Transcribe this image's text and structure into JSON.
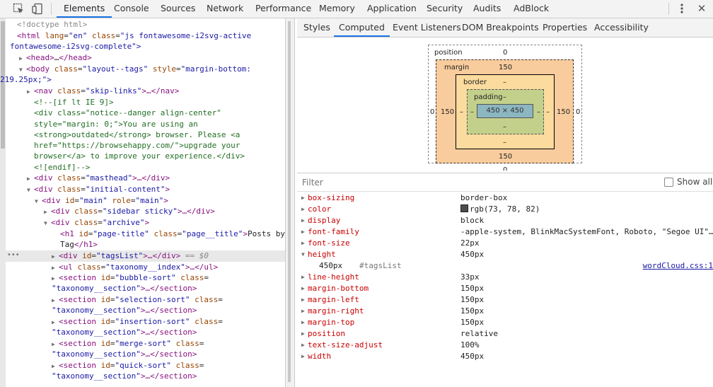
{
  "toolbar": {
    "tabs": [
      "Elements",
      "Console",
      "Sources",
      "Network",
      "Performance",
      "Memory",
      "Application",
      "Security",
      "Audits",
      "AdBlock"
    ],
    "active_tab": "Elements"
  },
  "dom": {
    "l0": "<!doctype html>",
    "l1a": "<html",
    "l1b": "lang",
    "l1c": "\"en\"",
    "l1d": "class",
    "l1e": "\"js fontawesome-i2svg-active",
    "l2": "fontawesome-i2svg-complete\">",
    "l3a": "<head>",
    "l3b": "…",
    "l3c": "</head>",
    "l4a": "<body",
    "l4b": "class",
    "l4c": "\"layout--tags\"",
    "l4d": "style",
    "l4e": "\"margin-bottom:",
    "l5": "219.25px;\">",
    "l6a": "<nav",
    "l6b": "class",
    "l6c": "\"skip-links\"",
    "l6d": ">…</nav>",
    "l7": "<!--[if lt IE 9]>",
    "l8": "<div class=\"notice--danger align-center\"",
    "l9": "style=\"margin: 0;\">You are using an",
    "l10": "<strong>outdated</strong> browser. Please <a",
    "l11": "href=\"https://browsehappy.com/\">upgrade your",
    "l12": "browser</a> to improve your experience.</div>",
    "l13": "<![endif]-->",
    "l14a": "<div",
    "l14b": "class",
    "l14c": "\"masthead\"",
    "l14d": ">…</div>",
    "l15a": "<div",
    "l15b": "class",
    "l15c": "\"initial-content\"",
    "l15d": ">",
    "l16a": "<div",
    "l16b": "id",
    "l16c": "\"main\"",
    "l16d": "role",
    "l16e": "\"main\"",
    "l16f": ">",
    "l17a": "<div",
    "l17b": "class",
    "l17c": "\"sidebar sticky\"",
    "l17d": ">…</div>",
    "l18a": "<div",
    "l18b": "class",
    "l18c": "\"archive\"",
    "l18d": ">",
    "l19a": "<h1",
    "l19b": "id",
    "l19c": "\"page-title\"",
    "l19d": "class",
    "l19e": "\"page__title\"",
    "l19f": ">",
    "l19g": "Posts by",
    "l20a": "Tag",
    "l20b": "</h1>",
    "l21a": "<div",
    "l21b": "id",
    "l21c": "\"tagsList\"",
    "l21d": ">…</div>",
    "l21e": "== $0",
    "l22a": "<ul",
    "l22b": "class",
    "l22c": "\"taxonomy__index\"",
    "l22d": ">…</ul>",
    "sections": [
      {
        "id": "\"bubble-sort\"",
        "cls": "\"taxonomy__section\""
      },
      {
        "id": "\"selection-sort\"",
        "cls": "\"taxonomy__section\""
      },
      {
        "id": "\"insertion-sort\"",
        "cls": "\"taxonomy__section\""
      },
      {
        "id": "\"merge-sort\"",
        "cls": "\"taxonomy__section\""
      },
      {
        "id": "\"quick-sort\"",
        "cls": "\"taxonomy__section\""
      }
    ],
    "sec_open": "<section",
    "sec_id": "id",
    "sec_class": "class",
    "sec_close": ">…</section>",
    "dots": "•••"
  },
  "subtabs": {
    "items": [
      "Styles",
      "Computed",
      "Event Listeners",
      "DOM Breakpoints",
      "Properties",
      "Accessibility"
    ],
    "active": "Computed"
  },
  "box_model": {
    "position_label": "position",
    "position_top": "0",
    "position_left": "0",
    "position_right": "0",
    "position_bottom": "0",
    "margin_label": "margin",
    "margin_top": "150",
    "margin_left": "150",
    "margin_right": "150",
    "margin_bottom": "150",
    "border_label": "border",
    "border_top": "–",
    "border_left": "–",
    "border_right": "–",
    "border_bottom": "–",
    "padding_label": "padding",
    "padding_top": "–",
    "padding_left": "–",
    "padding_right": "–",
    "padding_bottom": "–",
    "content": "450 × 450",
    "colors": {
      "margin": "#f9cc9d",
      "border": "#fcdb9e",
      "padding": "#c3d08b",
      "content": "#8cb6c0"
    }
  },
  "filter": {
    "placeholder": "Filter",
    "show_all": "Show all"
  },
  "computed": [
    {
      "name": "box-sizing",
      "value": "border-box"
    },
    {
      "name": "color",
      "value": "rgb(73, 78, 82)"
    },
    {
      "name": "display",
      "value": "block"
    },
    {
      "name": "font-family",
      "value": "-apple-system, BlinkMacSystemFont, Roboto, \"Segoe UI\"…"
    },
    {
      "name": "font-size",
      "value": "22px"
    },
    {
      "name": "height",
      "value": "450px"
    },
    {
      "name": "line-height",
      "value": "33px"
    },
    {
      "name": "margin-bottom",
      "value": "150px"
    },
    {
      "name": "margin-left",
      "value": "150px"
    },
    {
      "name": "margin-right",
      "value": "150px"
    },
    {
      "name": "margin-top",
      "value": "150px"
    },
    {
      "name": "position",
      "value": "relative"
    },
    {
      "name": "text-size-adjust",
      "value": "100%"
    },
    {
      "name": "width",
      "value": "450px"
    }
  ],
  "height_trace": {
    "value": "450px",
    "selector": "#tagsList",
    "source": "wordCloud.css:1"
  },
  "swatch_color": "#494e52"
}
